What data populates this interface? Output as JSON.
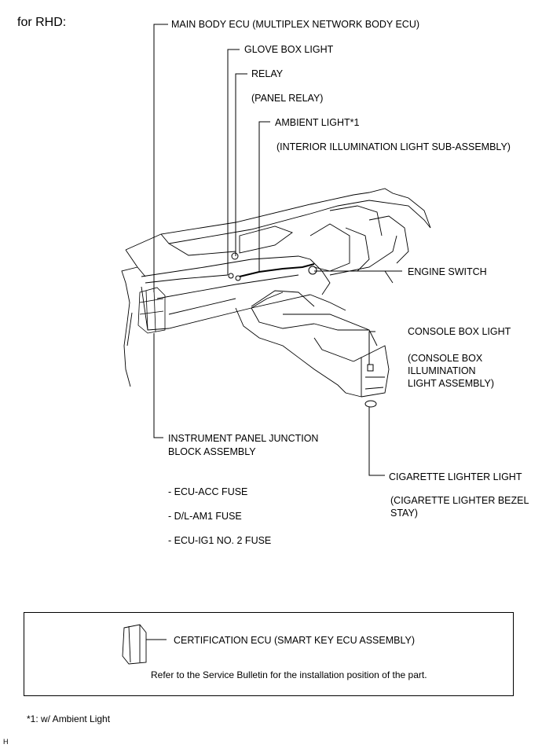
{
  "heading": "for RHD:",
  "labels": {
    "main_body_ecu": "MAIN BODY ECU (MULTIPLEX NETWORK BODY ECU)",
    "glove_box_light": "GLOVE BOX LIGHT",
    "relay": "RELAY",
    "relay_sub": "(PANEL RELAY)",
    "ambient_light": "AMBIENT LIGHT*1",
    "ambient_light_sub": "(INTERIOR ILLUMINATION LIGHT SUB-ASSEMBLY)",
    "engine_switch": "ENGINE SWITCH",
    "console_box_light": "CONSOLE BOX LIGHT",
    "console_box_sub_1": "(CONSOLE BOX",
    "console_box_sub_2": "ILLUMINATION",
    "console_box_sub_3": "LIGHT ASSEMBLY)",
    "junction_block_1": "INSTRUMENT PANEL JUNCTION",
    "junction_block_2": "BLOCK ASSEMBLY",
    "cigarette_light": "CIGARETTE LIGHTER LIGHT",
    "cigarette_sub_1": "(CIGARETTE LIGHTER BEZEL",
    "cigarette_sub_2": "STAY)"
  },
  "fuses": [
    "- ECU-ACC FUSE",
    "- D/L-AM1 FUSE",
    "- ECU-IG1 NO. 2 FUSE"
  ],
  "box": {
    "certification_ecu": "CERTIFICATION ECU (SMART KEY ECU ASSEMBLY)",
    "note": "Refer to the Service Bulletin for the installation position of the part."
  },
  "footnote": "*1: w/ Ambient Light",
  "corner_mark": "H"
}
